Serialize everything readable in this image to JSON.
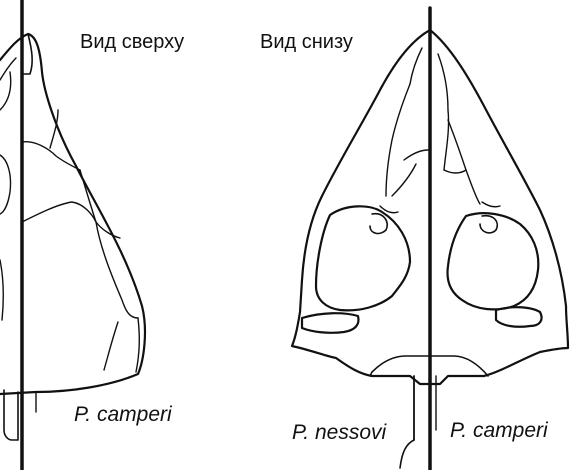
{
  "labels": {
    "view_top": "Вид сверху",
    "view_bottom": "Вид снизу",
    "species_top": "P. camperi",
    "species_bottom_left": "P. nessovi",
    "species_bottom_right": "P. camperi"
  },
  "colors": {
    "ink": "#111111",
    "background": "#ffffff"
  }
}
